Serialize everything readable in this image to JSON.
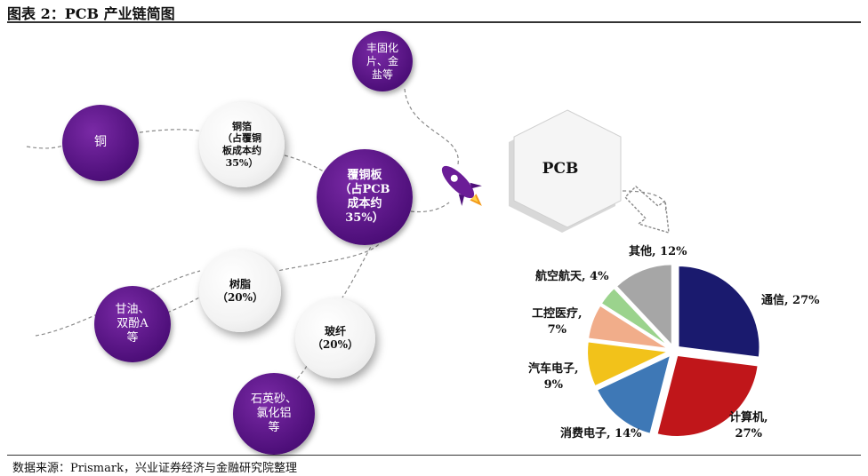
{
  "title": "图表 2：PCB 产业链简图",
  "source": "数据来源：Prismark，兴业证券经济与金融研究院整理",
  "nodes": {
    "gold": "丰固化\n片、金\n盐等",
    "copper": "铜",
    "copper_foil": "铜箔\n（占覆铜\n板成本约\n35%）",
    "ccl": "覆铜板\n（占PCB\n成本约\n35%）",
    "resin": "树脂\n（20%）",
    "glycerin": "甘油、\n双酚A\n等",
    "glass_fiber": "玻纤\n（20%）",
    "quartz": "石英砂、\n氯化铝\n等",
    "pcb": "PCB"
  },
  "colors": {
    "comm": "#1a1a6e",
    "computer": "#c0161a",
    "consumer": "#3e78b6",
    "auto": "#f2c21a",
    "industrial": "#f1ad8a",
    "aerospace": "#9bd38d",
    "other": "#a6a6a6"
  },
  "chart_data": {
    "type": "pie",
    "slices": [
      {
        "label": "通信",
        "value": 27,
        "text": "通信, 27%",
        "color": "#1a1a6e"
      },
      {
        "label": "计算机",
        "value": 27,
        "text": "计算机,\n27%",
        "color": "#c0161a"
      },
      {
        "label": "消费电子",
        "value": 14,
        "text": "消费电子, 14%",
        "color": "#3e78b6"
      },
      {
        "label": "汽车电子",
        "value": 9,
        "text": "汽车电子,\n9%",
        "color": "#f2c21a"
      },
      {
        "label": "工控医疗",
        "value": 7,
        "text": "工控医疗,\n7%",
        "color": "#f1ad8a"
      },
      {
        "label": "航空航天",
        "value": 4,
        "text": "航空航天, 4%",
        "color": "#9bd38d"
      },
      {
        "label": "其他",
        "value": 12,
        "text": "其他, 12%",
        "color": "#a6a6a6"
      }
    ]
  }
}
